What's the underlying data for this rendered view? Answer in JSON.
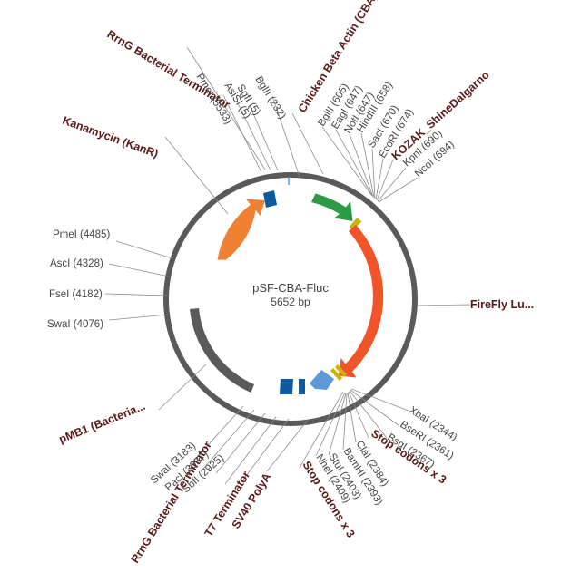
{
  "plasmid": {
    "name": "pSF-CBA-Fluc",
    "size": "5652 bp"
  },
  "features": [
    {
      "label": "RrnG Bacterial Terminator",
      "color": "#0d5a9e"
    },
    {
      "label": "Chicken Beta Actin (CBA)",
      "color": "#2d9a45"
    },
    {
      "label": "KOZAK_ShineDalgarno",
      "color": "#999999"
    },
    {
      "label": "Kanamycin (KanR)",
      "color": "#f08033"
    },
    {
      "label": "FireFly Lu...",
      "color": "#f05428"
    },
    {
      "label": "pMB1 (Bacteria...",
      "color": "#5a5a5a"
    },
    {
      "label": "RrnG Bacterial Terminator",
      "color": "#0d5a9e"
    },
    {
      "label": "T7 Terminator",
      "color": "#0d5a9e"
    },
    {
      "label": "SV40 PolyA",
      "color": "#5b9bd5"
    },
    {
      "label": "Stop codons x 3",
      "color": "#c9b400"
    },
    {
      "label": "Stop codons x 3",
      "color": "#c9b400"
    }
  ],
  "sites": [
    "PmeI (5533)",
    "AsiSI (5)",
    "SgfI (5)",
    "BglII (232)",
    "BglII (605)",
    "EagI (647)",
    "NotI (647)",
    "HindIII (658)",
    "SacI (670)",
    "EcoRI (674)",
    "KpnI (690)",
    "NcoI (694)",
    "PmeI (4485)",
    "AscI (4328)",
    "FseI (4182)",
    "SwaI (4076)",
    "SwaI (3183)",
    "PacI (3057)",
    "SbfI (2925)",
    "XbaI (2344)",
    "BseRI (2361)",
    "BsgI (2367)",
    "ClaI (2384)",
    "BamHI (2393)",
    "StuI (2403)",
    "NheI (2409)"
  ]
}
